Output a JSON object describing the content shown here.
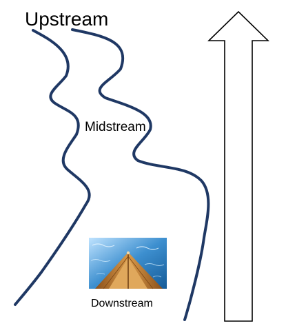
{
  "labels": {
    "upstream": "Upstream",
    "midstream": "Midstream",
    "downstream": "Downstream"
  },
  "illustration": {
    "icon": "boat-bow-on-water-photo"
  },
  "colors": {
    "river_bank": "#1f3864",
    "arrow_outline": "#000000",
    "arrow_fill": "#ffffff",
    "text": "#000000",
    "water": "#2f7fb8",
    "boat_wood": "#b8742a"
  }
}
